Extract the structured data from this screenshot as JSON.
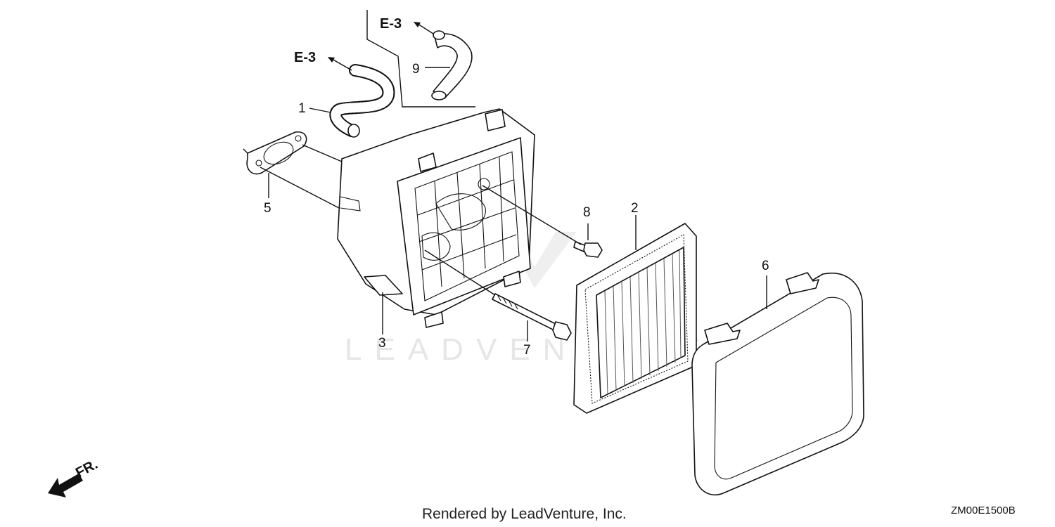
{
  "diagram": {
    "watermark": "LEADVENTURE",
    "footer_credit": "Rendered by LeadVenture, Inc.",
    "diagram_code": "ZM00E1500B",
    "front_indicator": "FR.",
    "references": {
      "top": "E-3",
      "left": "E-3"
    },
    "callouts": {
      "p1": "1",
      "p2": "2",
      "p3": "3",
      "p5": "5",
      "p6": "6",
      "p7": "7",
      "p8": "8",
      "p9": "9"
    }
  }
}
